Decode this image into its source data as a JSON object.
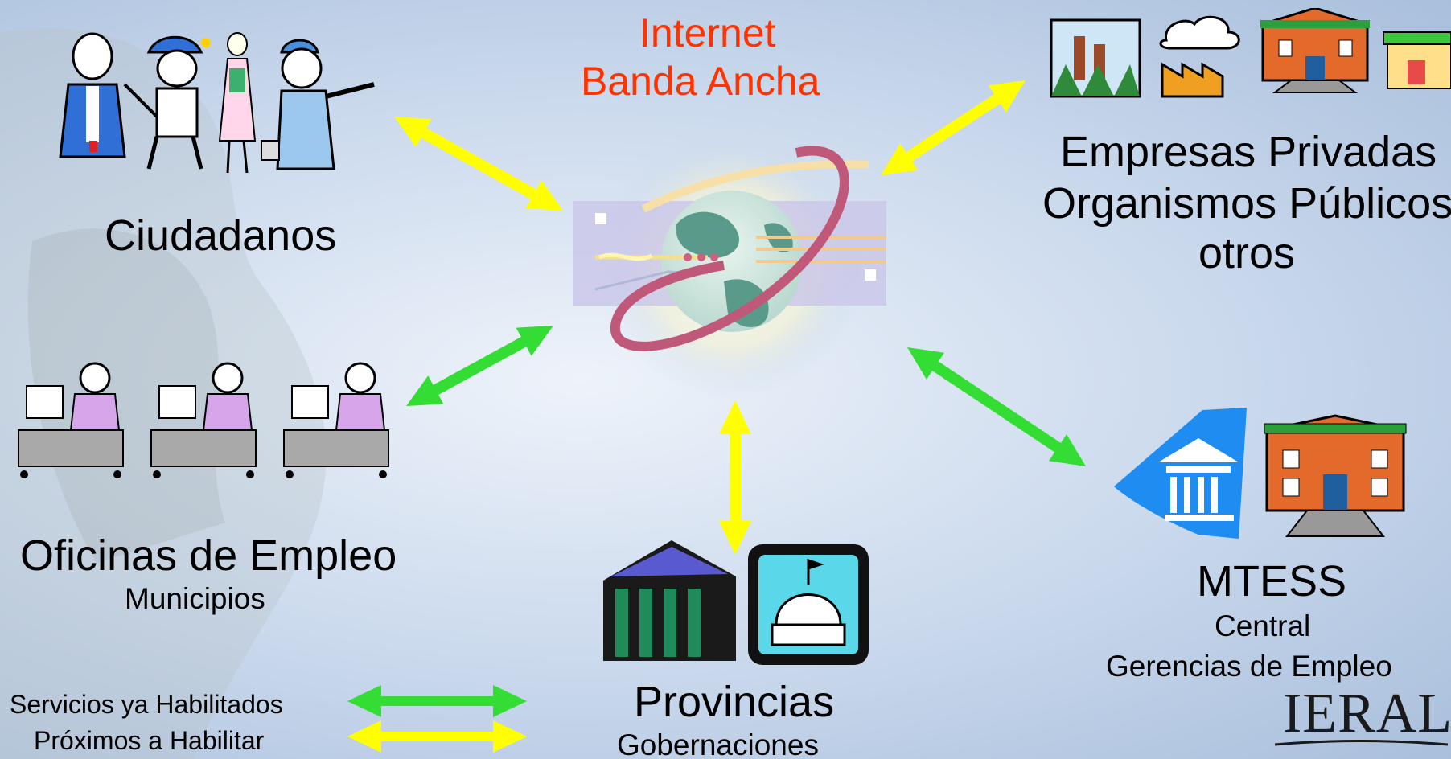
{
  "hub": {
    "line1": "Internet",
    "line2": "Banda Ancha"
  },
  "citizens": {
    "label": "Ciudadanos"
  },
  "offices": {
    "label": "Oficinas de Empleo",
    "sub": "Municipios"
  },
  "companies": {
    "line1": "Empresas Privadas",
    "line2": "Organismos Públicos",
    "line3": "otros"
  },
  "mtess": {
    "label": "MTESS",
    "sub1": "Central",
    "sub2": "Gerencias de Empleo"
  },
  "provinces": {
    "label": "Provincias",
    "sub": "Gobernaciones"
  },
  "legend": {
    "enabled": "Servicios ya Habilitados",
    "upcoming": "Próximos a Habilitar"
  },
  "logo": {
    "text": "IERAL"
  },
  "colors": {
    "enabled": "#33dd33",
    "upcoming": "#ffff00",
    "hub_text": "#ff3300"
  },
  "links": [
    {
      "to": "citizens",
      "status": "upcoming"
    },
    {
      "to": "offices",
      "status": "enabled"
    },
    {
      "to": "companies",
      "status": "upcoming"
    },
    {
      "to": "mtess",
      "status": "enabled"
    },
    {
      "to": "provinces",
      "status": "upcoming"
    }
  ]
}
